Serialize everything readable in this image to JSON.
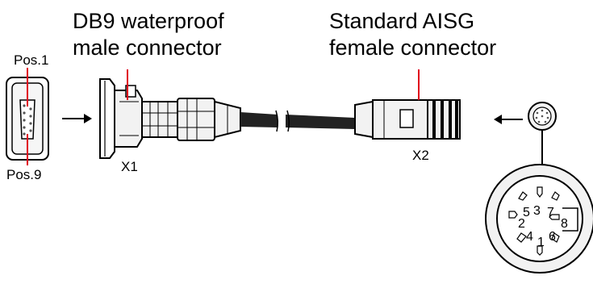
{
  "labels": {
    "db9_line1": "DB9 waterproof",
    "db9_line2": "male connector",
    "aisg_line1": "Standard AISG",
    "aisg_line2": "female connector",
    "pos1": "Pos.1",
    "pos9": "Pos.9",
    "x1": "X1",
    "x2": "X2"
  },
  "pin_labels": [
    "1",
    "2",
    "3",
    "4",
    "5",
    "6",
    "7",
    "8"
  ],
  "colors": {
    "callout": "#e0001b",
    "stroke": "#000000",
    "cable": "#222222",
    "body_fill": "#f2f2f2"
  },
  "icons": {
    "arrow_left": "arrow-right-icon",
    "arrow_right": "arrow-left-icon"
  }
}
